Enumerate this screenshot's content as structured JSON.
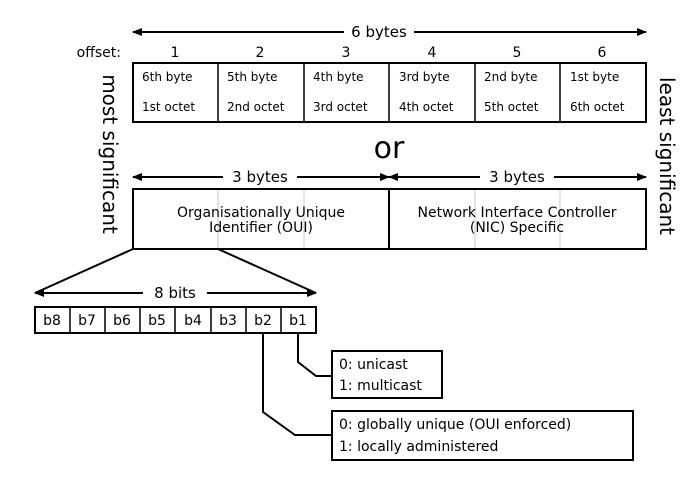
{
  "top": {
    "span_label": "6 bytes",
    "offset_label": "offset:",
    "offsets": [
      "1",
      "2",
      "3",
      "4",
      "5",
      "6"
    ],
    "bytes": [
      {
        "byte": "6th byte",
        "octet": "1st octet"
      },
      {
        "byte": "5th byte",
        "octet": "2nd octet"
      },
      {
        "byte": "4th byte",
        "octet": "3rd octet"
      },
      {
        "byte": "3rd byte",
        "octet": "4th octet"
      },
      {
        "byte": "2nd byte",
        "octet": "5th octet"
      },
      {
        "byte": "1st byte",
        "octet": "6th octet"
      }
    ]
  },
  "or_label": "or",
  "side": {
    "left": "most significant",
    "right": "least significant"
  },
  "middle": {
    "left_span": "3 bytes",
    "right_span": "3 bytes",
    "oui_line1": "Organisationally Unique",
    "oui_line2": "Identifier (OUI)",
    "nic_line1": "Network Interface Controller",
    "nic_line2": "(NIC) Specific"
  },
  "bits": {
    "span_label": "8 bits",
    "cells": [
      "b8",
      "b7",
      "b6",
      "b5",
      "b4",
      "b3",
      "b2",
      "b1"
    ]
  },
  "b1_box": {
    "line1": "0: unicast",
    "line2": "1: multicast"
  },
  "b2_box": {
    "line1": "0: globally unique (OUI enforced)",
    "line2": "1: locally administered"
  }
}
